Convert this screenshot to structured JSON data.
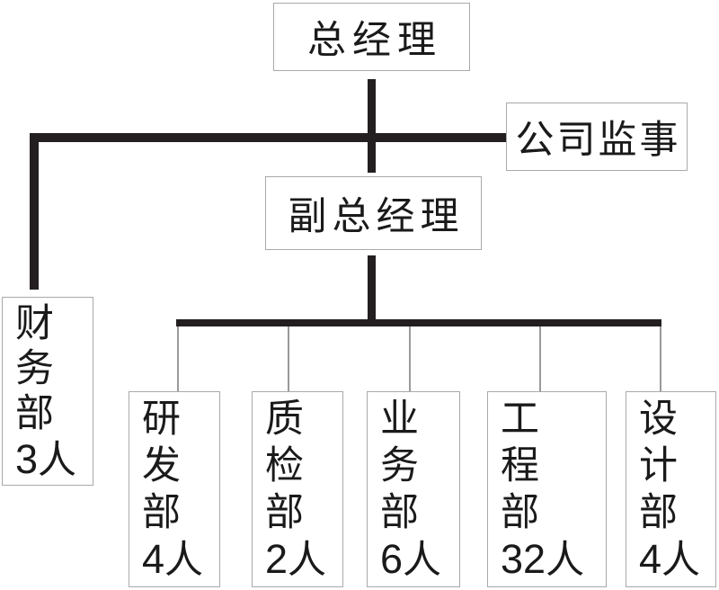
{
  "diagram": {
    "title": "organization-chart",
    "root": {
      "label": "总经理"
    },
    "supervisor": {
      "label": "公司监事"
    },
    "deputy": {
      "label": "副总经理"
    },
    "finance": {
      "name": "财务部",
      "chars": [
        "财",
        "务",
        "部"
      ],
      "count": "3",
      "unit": "人"
    },
    "departments": [
      {
        "name": "研发部",
        "chars": [
          "研",
          "发",
          "部"
        ],
        "count": "4",
        "unit": "人"
      },
      {
        "name": "质检部",
        "chars": [
          "质",
          "检",
          "部"
        ],
        "count": "2",
        "unit": "人"
      },
      {
        "name": "业务部",
        "chars": [
          "业",
          "务",
          "部"
        ],
        "count": "6",
        "unit": "人"
      },
      {
        "name": "工程部",
        "chars": [
          "工",
          "程",
          "部"
        ],
        "count": "32",
        "unit": "人"
      },
      {
        "name": "设计部",
        "chars": [
          "设",
          "计",
          "部"
        ],
        "count": "4",
        "unit": "人"
      }
    ]
  },
  "colors": {
    "connector_thick": "#231f20",
    "connector_thin": "#9a9a9a",
    "box_border": "#a9a9a9",
    "text": "#1a1a1a",
    "background": "#ffffff"
  }
}
